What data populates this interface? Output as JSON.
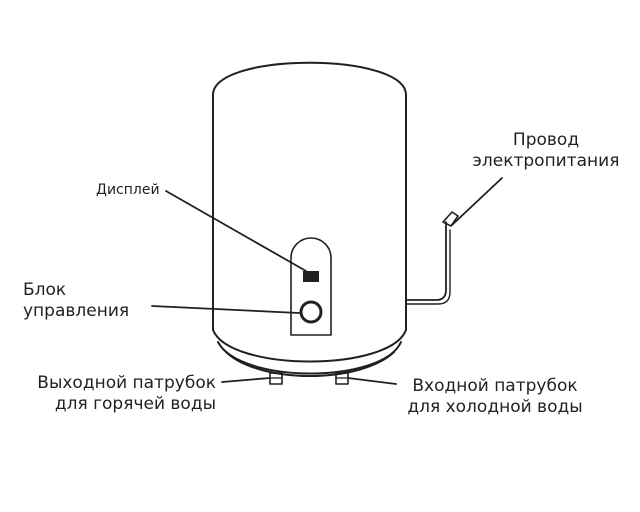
{
  "labels": {
    "display": "Дисплей",
    "control_unit": [
      "Блок",
      "управления"
    ],
    "power_cord": [
      "Провод",
      "электропитания"
    ],
    "hot_outlet": [
      "Выходной патрубок",
      "для горячей воды"
    ],
    "cold_inlet": [
      "Входной патрубок",
      "для холодной воды"
    ]
  },
  "colors": {
    "stroke": "#231f20",
    "background": "#ffffff"
  }
}
